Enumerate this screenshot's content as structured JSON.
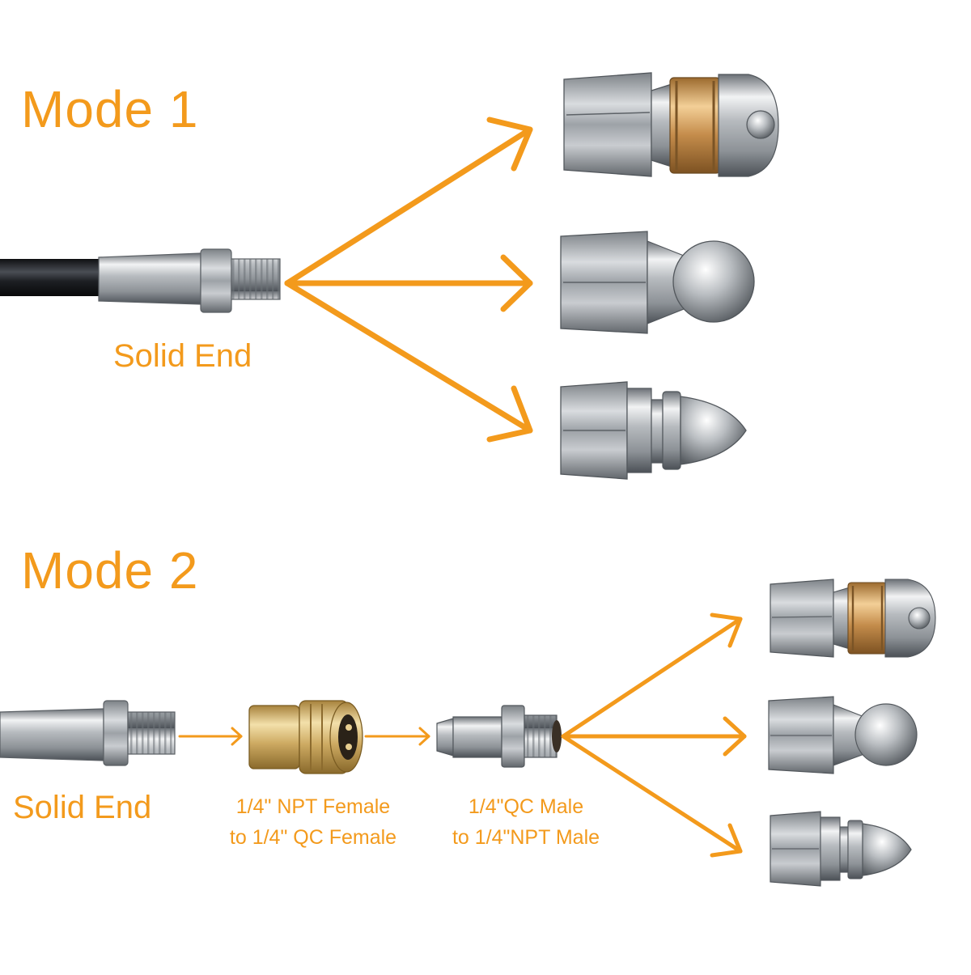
{
  "colors": {
    "accent": "#f39a1c",
    "steel_light": "#eef0f1",
    "steel_mid": "#a9aeb3",
    "steel_dark": "#5b6066",
    "brass_light": "#f1d69a",
    "brass_dark": "#b58a3e",
    "copper_light": "#f0c38b",
    "copper_dark": "#b27a3a",
    "hose": "#1b1d21"
  },
  "mode1": {
    "title": "Mode 1",
    "solid_end_label": "Solid End",
    "nozzles": [
      {
        "icon": "rotating-nozzle-icon"
      },
      {
        "icon": "round-nozzle-icon"
      },
      {
        "icon": "pointed-nozzle-icon"
      }
    ]
  },
  "mode2": {
    "title": "Mode 2",
    "solid_end_label": "Solid End",
    "adapter_female": {
      "line1": "1/4\" NPT Female",
      "line2": "to 1/4\" QC Female",
      "icon": "brass-coupler-icon"
    },
    "adapter_male": {
      "line1": "1/4\"QC Male",
      "line2": "to 1/4\"NPT Male",
      "icon": "quick-connect-plug-icon"
    },
    "nozzles": [
      {
        "icon": "rotating-nozzle-icon"
      },
      {
        "icon": "round-nozzle-icon"
      },
      {
        "icon": "pointed-nozzle-icon"
      }
    ]
  }
}
